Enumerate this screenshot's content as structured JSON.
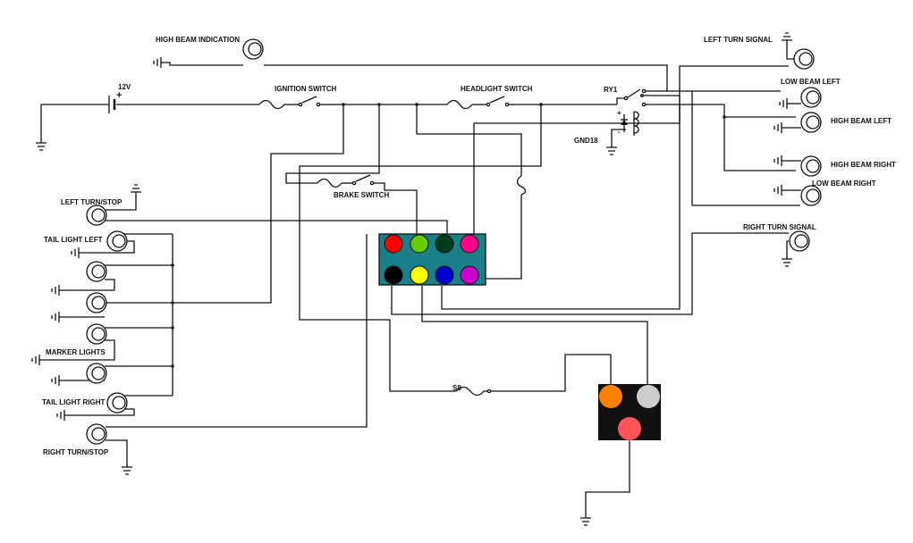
{
  "labels": {
    "high_beam_indication": "HIGH BEAM INDICATION",
    "battery_voltage": "12V",
    "battery_plus": "+",
    "ignition_switch": "IGNITION SWITCH",
    "headlight_switch": "HEADLIGHT SWITCH",
    "relay": "RY1",
    "relay_plus": "+",
    "relay_minus": "-",
    "relay_ground": "GND18",
    "left_turn_signal": "LEFT TURN SIGNAL",
    "low_beam_left": "LOW BEAM LEFT",
    "high_beam_left": "HIGH BEAM LEFT",
    "high_beam_right": "HIGH BEAM RIGHT",
    "low_beam_right": "LOW BEAM RIGHT",
    "right_turn_signal": "RIGHT TURN SIGNAL",
    "brake_switch": "BRAKE SWITCH",
    "left_turn_stop": "LEFT TURN/STOP",
    "tail_light_left": "TAIL LIGHT LEFT",
    "marker_lights": "MARKER LIGHTS",
    "tail_light_right": "TAIL LIGHT RIGHT",
    "right_turn_stop": "RIGHT TURN/STOP",
    "fuse_s8": "S8"
  },
  "colors": {
    "connector_body": "#1a7f86",
    "connector_pins": [
      "#ff0000",
      "#66cc00",
      "#003d1f",
      "#ff0088",
      "#000000",
      "#ffff00",
      "#0000cc",
      "#cc00cc"
    ],
    "plug_body": "#111111",
    "plug_pins": [
      "#ff7f00",
      "#cccccc",
      "#ff5555"
    ]
  }
}
